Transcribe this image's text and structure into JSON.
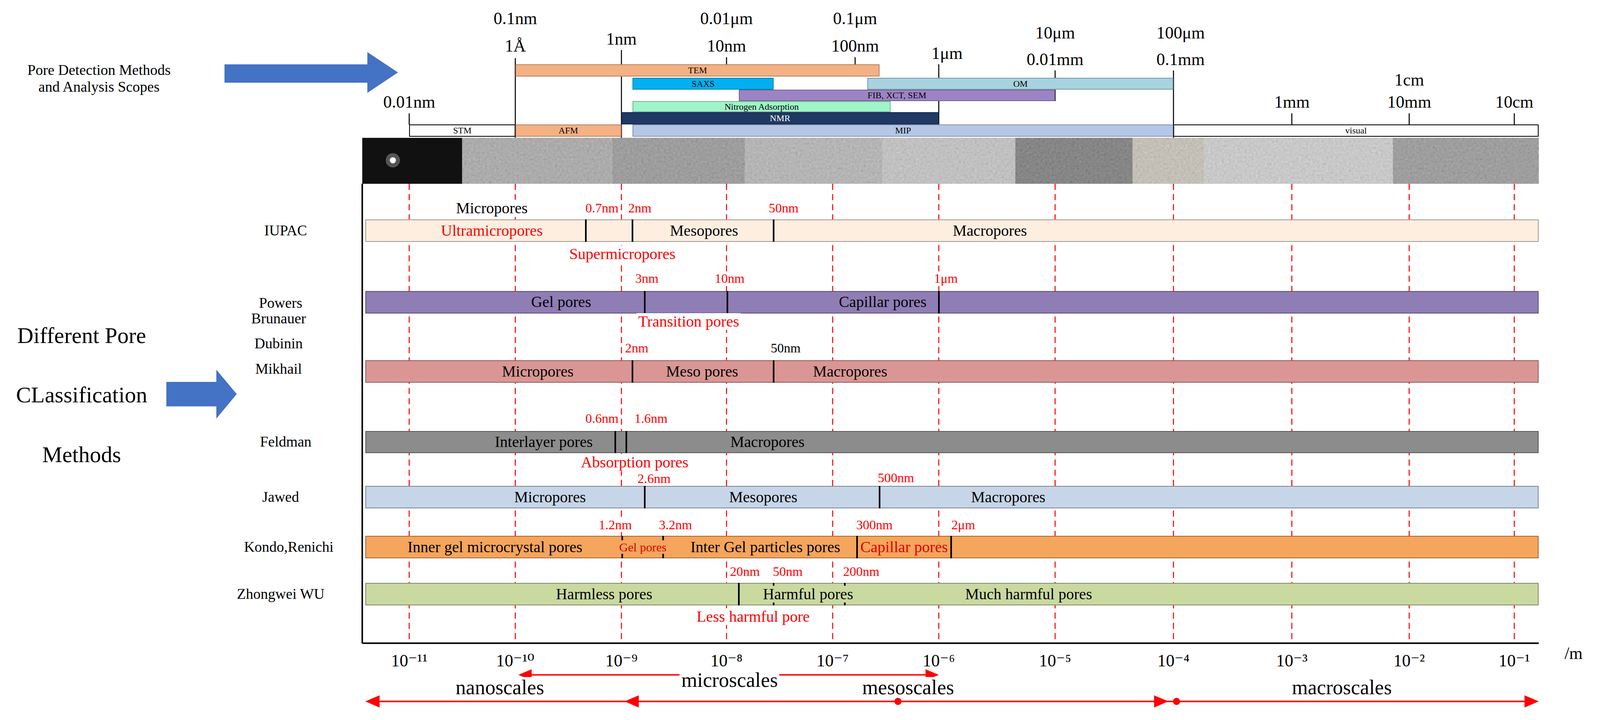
{
  "diagram": {
    "nodes": [
      {
        "text": [
          "TEM"
        ]
      },
      {
        "text": [
          "SAXS"
        ]
      },
      {
        "text": [
          "OM"
        ]
      },
      {
        "text": [
          "FIB, XCT, SEM"
        ]
      },
      {
        "text": [
          "Nitrogen Adsorption"
        ]
      },
      {
        "text": [
          "NMR"
        ]
      },
      {
        "text": [
          "STM"
        ]
      },
      {
        "text": [
          "AFM"
        ]
      },
      {
        "text": [
          "MIP"
        ]
      },
      {
        "text": [
          "visual"
        ]
      },
      {
        "text": [
          "IUPAC",
          "Ultramicropores",
          "Mesopores",
          "Macropores"
        ]
      },
      {
        "text": [
          "Powers",
          "Gel pores",
          "Capillar pores"
        ]
      },
      {
        "text": [
          "Brunauer Dubinin Mikhail",
          "Micropores",
          "Meso pores",
          "Macropores"
        ]
      },
      {
        "text": [
          "Feldman",
          "Interlayer pores",
          "Macropores"
        ]
      },
      {
        "text": [
          "Jawed",
          "Micropores",
          "Mesopores",
          "Macropores"
        ]
      },
      {
        "text": [
          "Kondo,Renichi",
          "Inner gel microcrystal pores",
          "Gel pores",
          "Inter Gel particles pores",
          "Capillar pores"
        ]
      },
      {
        "text": [
          "Zhongwei WU",
          "Harmless pores",
          "Harmful pores",
          "Much harmful pores"
        ]
      }
    ],
    "labels": [
      "Pore Detection Methods and Analysis Scopes",
      "0.1nm",
      "1Å",
      "1nm",
      "0.01μm",
      "10nm",
      "0.1μm",
      "100nm",
      "1μm",
      "10μm",
      "0.01mm",
      "100μm",
      "0.1mm",
      "0.01nm",
      "1mm",
      "1cm",
      "10mm",
      "10cm",
      "Different Pore CLassification Methods",
      "Micropores",
      "0.7nm",
      "2nm",
      "50nm",
      "Supermicropores",
      "3nm",
      "10nm",
      "1μm",
      "Transition pores",
      "2nm",
      "50nm",
      "0.6nm",
      "1.6nm",
      "Absorption pores",
      "2.6nm",
      "500nm",
      "1.2nm",
      "3.2nm",
      "300nm",
      "2μm",
      "20nm",
      "50nm",
      "200nm",
      "Less harmful pore",
      "10⁻¹¹",
      "10⁻¹⁰",
      "10⁻⁹",
      "10⁻⁸",
      "10⁻⁷",
      "10⁻⁶",
      "10⁻⁵",
      "10⁻⁴",
      "10⁻³",
      "10⁻²",
      "10⁻¹",
      "/m",
      "nanoscales",
      "microscales",
      "mesoscales",
      "macroscales"
    ]
  }
}
